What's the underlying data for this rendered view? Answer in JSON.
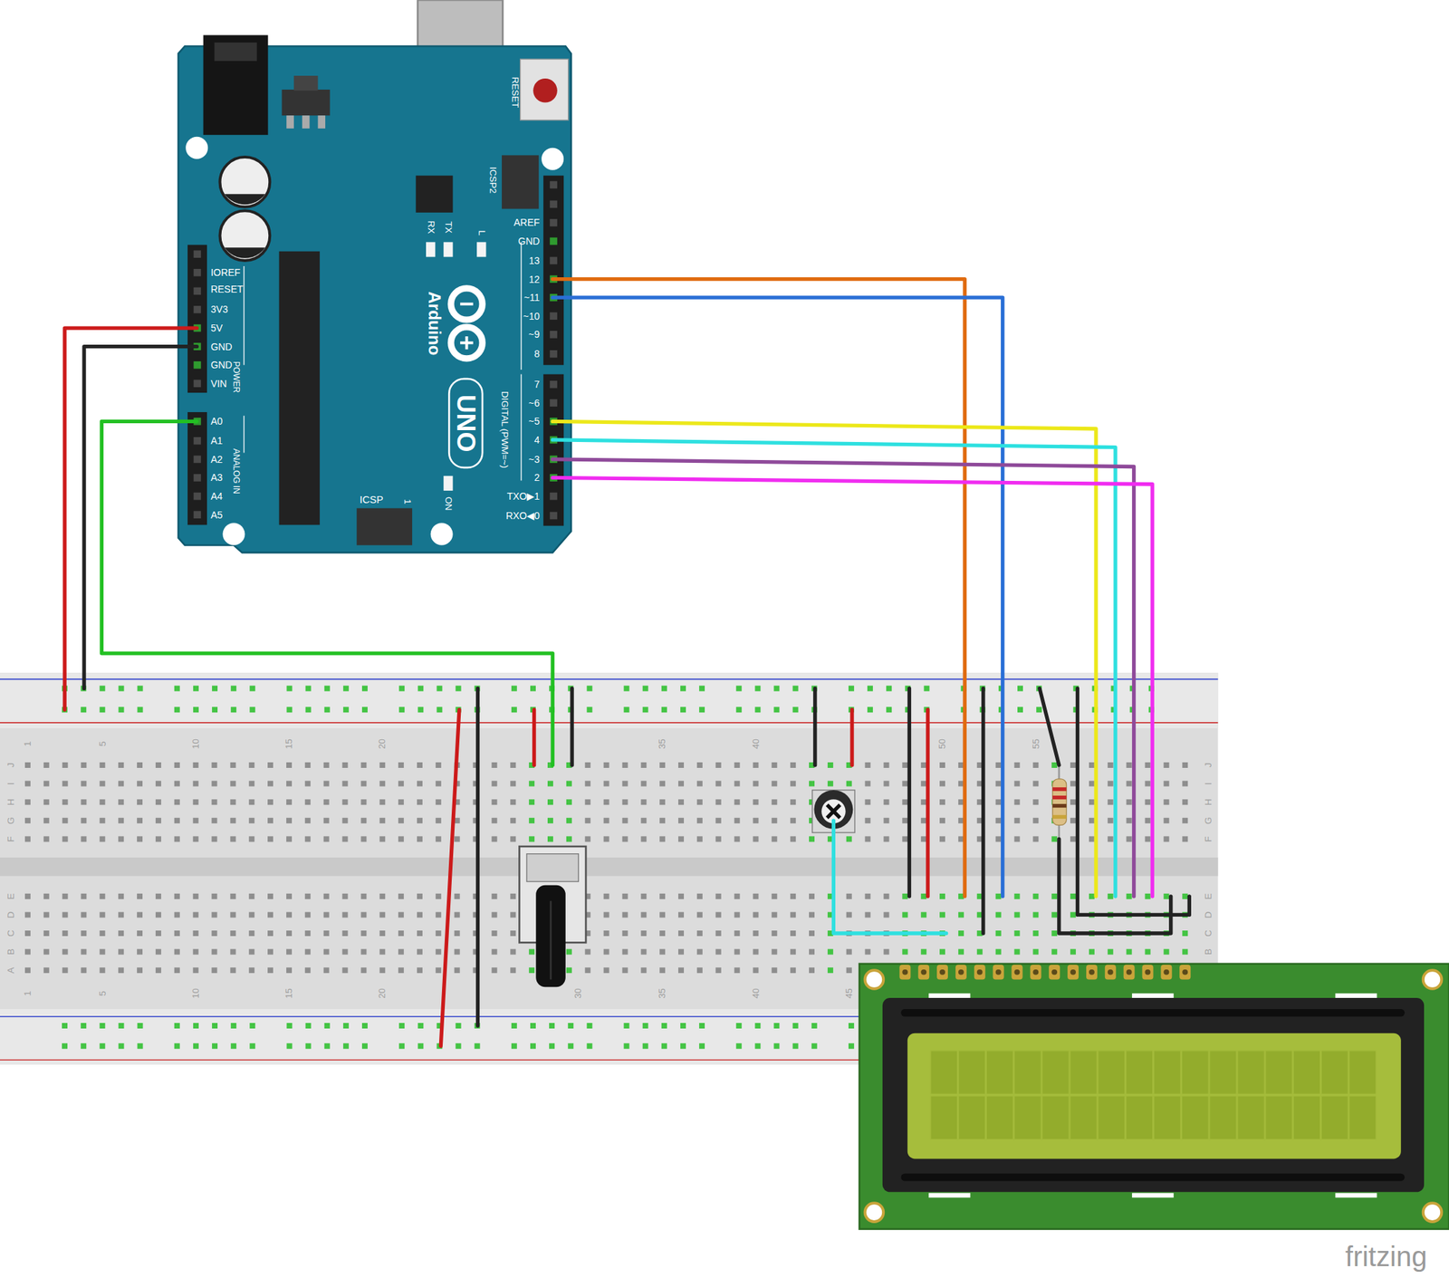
{
  "diagram": {
    "labels": [
      "RESET",
      "ICSP2",
      "TX",
      "RX",
      "L",
      "AREF",
      "GND",
      "13",
      "12",
      "~11",
      "~10",
      "~9",
      "8",
      "7",
      "~6",
      "~5",
      "4",
      "~3",
      "2",
      "TXO▶1",
      "RXO◀0",
      "IOREF",
      "RESET",
      "3V3",
      "5V",
      "GND",
      "GND",
      "VIN",
      "POWER",
      "A0",
      "A1",
      "A2",
      "A3",
      "A4",
      "A5",
      "ANALOG IN",
      "DIGITAL (PWM=~)",
      "Arduino",
      "UNO",
      "ON",
      "ICSP",
      "1",
      "1",
      "5",
      "10",
      "15",
      "20",
      "35",
      "40",
      "50",
      "55",
      "1",
      "5",
      "10",
      "15",
      "20",
      "30",
      "35",
      "40",
      "45",
      "J",
      "I",
      "H",
      "G",
      "F",
      "J",
      "I",
      "H",
      "G",
      "F",
      "E",
      "D",
      "C",
      "B",
      "A",
      "E",
      "D",
      "C",
      "B",
      "fritzing"
    ]
  }
}
